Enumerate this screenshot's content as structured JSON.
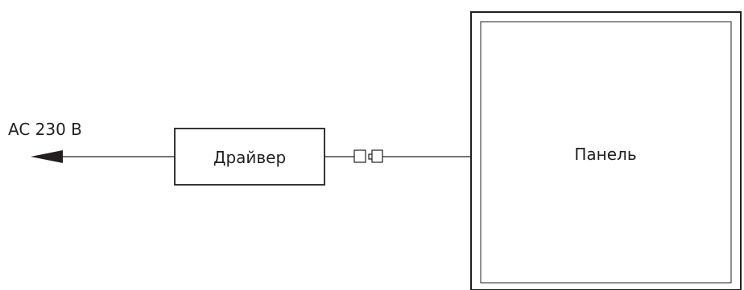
{
  "diagram": {
    "power_label": "AC 230 B",
    "driver_label": "Драйвер",
    "panel_label": "Панель"
  },
  "colors": {
    "stroke": "#231f20",
    "background": "#ffffff"
  }
}
